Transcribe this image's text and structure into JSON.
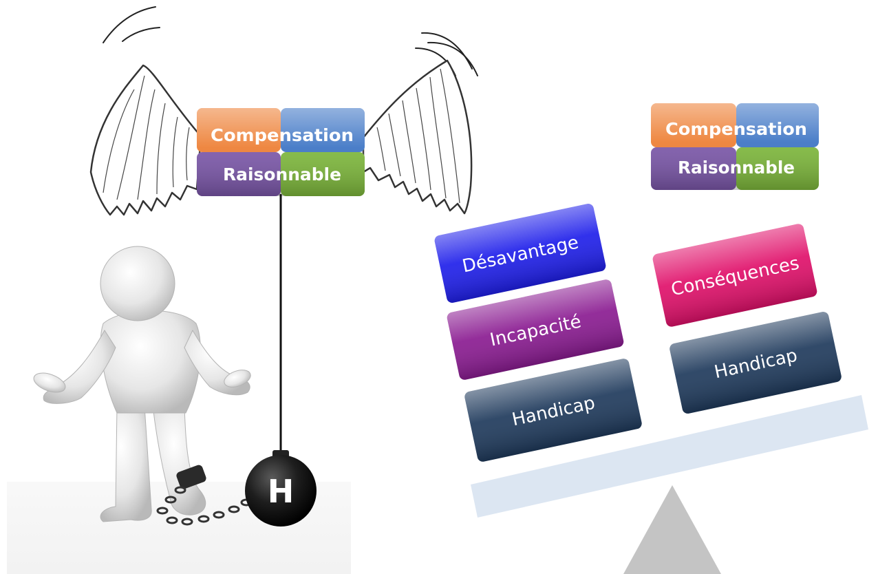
{
  "left_group": {
    "badge": {
      "line1": "Compensation",
      "line2": "Raisonnable"
    },
    "ball_letter": "H"
  },
  "right_group": {
    "badge": {
      "line1": "Compensation",
      "line2": "Raisonnable"
    },
    "left_pan": [
      "Désavantage",
      "Incapacité",
      "Handicap"
    ],
    "right_pan": [
      "Conséquences",
      "Handicap"
    ]
  },
  "colors": {
    "orange": "#ED7D31",
    "blue_badge": "#3B73C4",
    "purple_badge": "#7A56A8",
    "green_badge": "#7DB73B",
    "desavantage": "#1F1FEA",
    "incapacite": "#8A1B91",
    "handicap": "#1F3A5C",
    "consequences": "#E0106A",
    "beam": "#DCE6F2",
    "fulcrum": "#C4C4C4",
    "ball": "#1A1A1A"
  }
}
